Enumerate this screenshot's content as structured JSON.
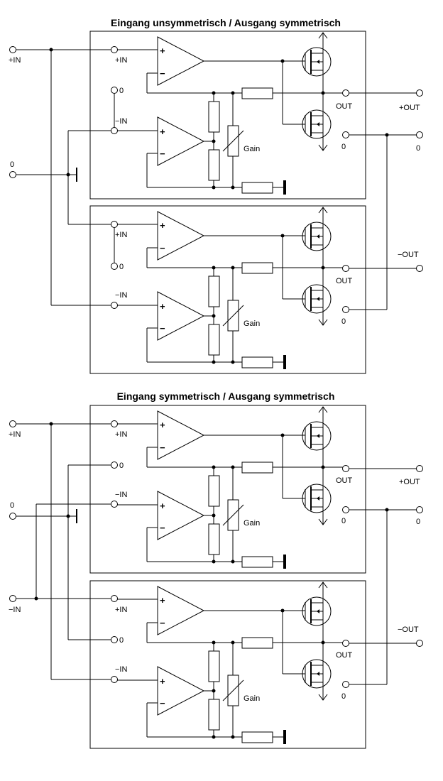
{
  "titles": {
    "top": "Eingang unsymmetrisch / Ausgang symmetrisch",
    "bottom": "Eingang symmetrisch / Ausgang symmetrisch"
  },
  "labels": {
    "plus_in": "+IN",
    "minus_in": "−IN",
    "zero": "0",
    "out": "OUT",
    "plus_out": "+OUT",
    "minus_out": "−OUT",
    "gain": "Gain",
    "plus": "+",
    "minus": "−"
  },
  "colors": {
    "line": "#000000",
    "background": "#ffffff"
  }
}
